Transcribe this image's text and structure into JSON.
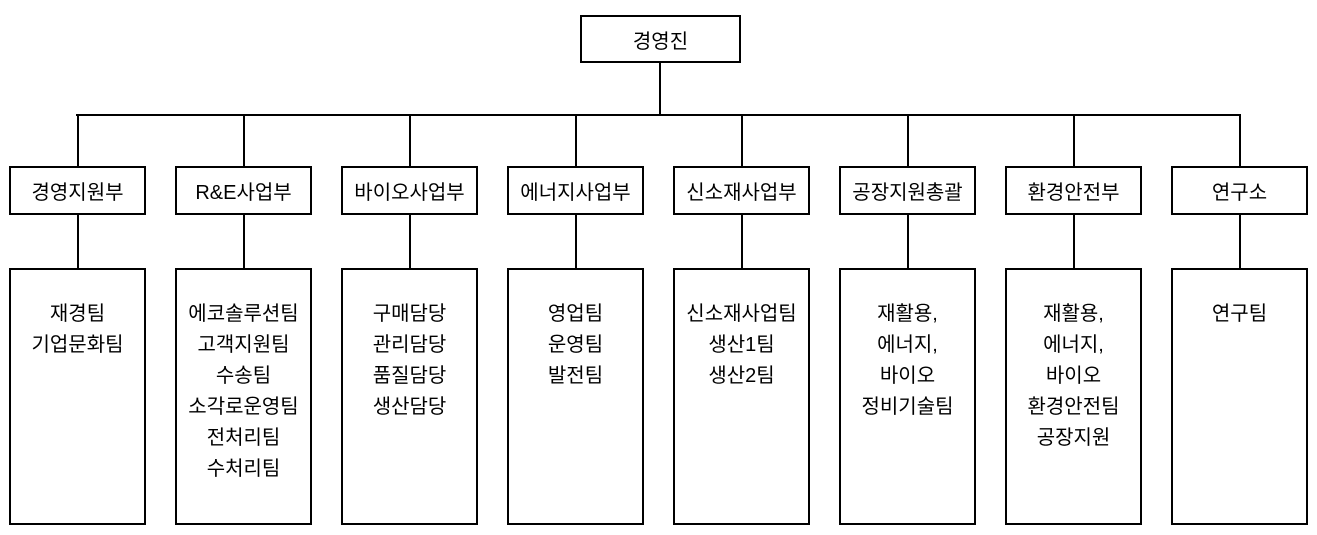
{
  "diagram": {
    "type": "org-chart",
    "root": {
      "label": "경영진"
    },
    "departments": [
      {
        "name": "경영지원부",
        "teams": [
          "재경팀",
          "기업문화팀"
        ]
      },
      {
        "name": "R&E사업부",
        "teams": [
          "에코솔루션팀",
          "고객지원팀",
          "수송팀",
          "소각로운영팀",
          "전처리팀",
          "수처리팀"
        ]
      },
      {
        "name": "바이오사업부",
        "teams": [
          "구매담당",
          "관리담당",
          "품질담당",
          "생산담당"
        ]
      },
      {
        "name": "에너지사업부",
        "teams": [
          "영업팀",
          "운영팀",
          "발전팀"
        ]
      },
      {
        "name": "신소재사업부",
        "teams": [
          "신소재사업팀",
          "생산1팀",
          "생산2팀"
        ]
      },
      {
        "name": "공장지원총괄",
        "teams": [
          "재활용,",
          "에너지,",
          "바이오",
          "정비기술팀"
        ]
      },
      {
        "name": "환경안전부",
        "teams": [
          "재활용,",
          "에너지,",
          "바이오",
          "환경안전팀",
          "공장지원"
        ]
      },
      {
        "name": "연구소",
        "teams": [
          "연구팀"
        ]
      }
    ]
  },
  "colors": {
    "line": "#000000",
    "background": "#ffffff",
    "text": "#000000"
  }
}
